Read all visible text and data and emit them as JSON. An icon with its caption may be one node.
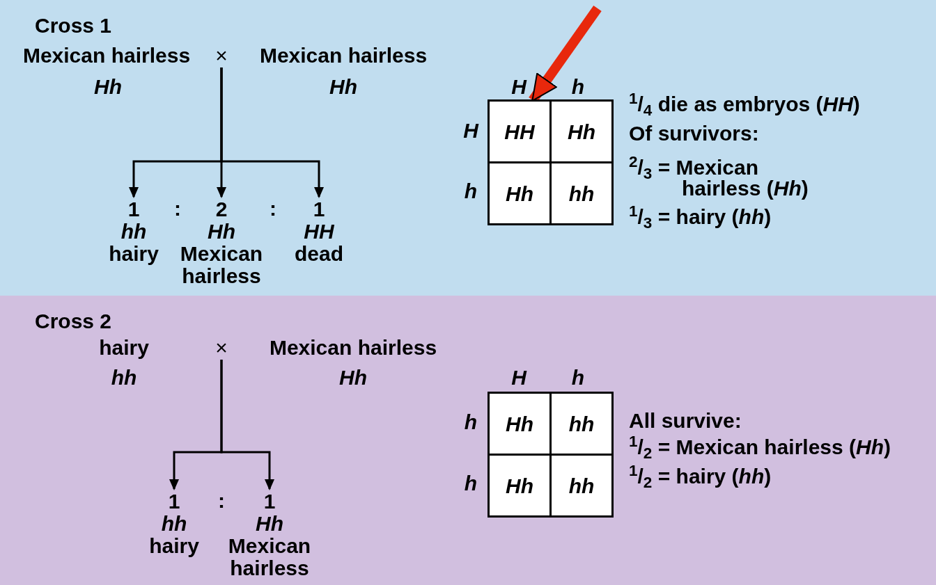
{
  "diagram": {
    "nodes": [
      {
        "text": [
          "Cross 1"
        ]
      },
      {
        "text": [
          "×"
        ],
        "in": 0
      },
      {
        "text": [
          "1",
          "hh",
          "hairy"
        ],
        "in": 0
      },
      {
        "text": [
          "2",
          "Hh",
          "Mexican hairless"
        ],
        "in": 0
      },
      {
        "text": [
          "1",
          "HH",
          "dead"
        ],
        "in": 0
      },
      {
        "text": [],
        "shape": "box",
        "in": 0
      },
      {
        "text": [
          "HH"
        ],
        "in": 5
      },
      {
        "text": [
          "Hh"
        ],
        "in": 5
      },
      {
        "text": [
          "Hh"
        ],
        "in": 5
      },
      {
        "text": [
          "hh"
        ],
        "in": 5
      },
      {
        "text": [
          "Cross 2"
        ]
      },
      {
        "text": [
          "×"
        ],
        "in": 10
      },
      {
        "text": [
          "1",
          "hh",
          "hairy"
        ],
        "in": 10
      },
      {
        "text": [
          "1",
          "Hh",
          "Mexican hairless"
        ],
        "in": 10
      },
      {
        "text": [],
        "shape": "box",
        "in": 10
      },
      {
        "text": [
          "Hh"
        ],
        "in": 14
      },
      {
        "text": [
          "hh"
        ],
        "in": 14
      },
      {
        "text": [
          "Hh"
        ],
        "in": 14
      },
      {
        "text": [
          "hh"
        ],
        "in": 14
      }
    ],
    "edges": [
      {
        "from": 1,
        "to": 2,
        "arrow": "to"
      },
      {
        "from": 1,
        "to": 3,
        "arrow": "to"
      },
      {
        "from": 1,
        "to": 4,
        "arrow": "to"
      },
      {
        "from": null,
        "to": 6,
        "arrow": "to",
        "style": "thick",
        "color": "#e8280c"
      },
      {
        "from": 11,
        "to": 12,
        "arrow": "to"
      },
      {
        "from": 11,
        "to": 13,
        "arrow": "to"
      }
    ],
    "labels": [
      "Mexican hairless",
      "Mexican hairless",
      "Hh",
      "Hh",
      "H",
      "h",
      "$^{1}$/$_{4}$ die as embryos (*HH*)",
      "H",
      "Of survivors:",
      "$^{2}$/$_{3}$ = Mexican hairless (*Hh*)",
      "h",
      "$^{1}$/$_{3}$ = hairy (*hh*)",
      ":",
      ":",
      "hairy",
      "Mexican hairless",
      "hh",
      "Hh",
      "H",
      "h",
      "h",
      "All survive:",
      "$^{1}$/$_{2}$ = Mexican hairless (*Hh*)",
      "h",
      "$^{1}$/$_{2}$ = hairy (*hh*)",
      ":"
    ]
  }
}
